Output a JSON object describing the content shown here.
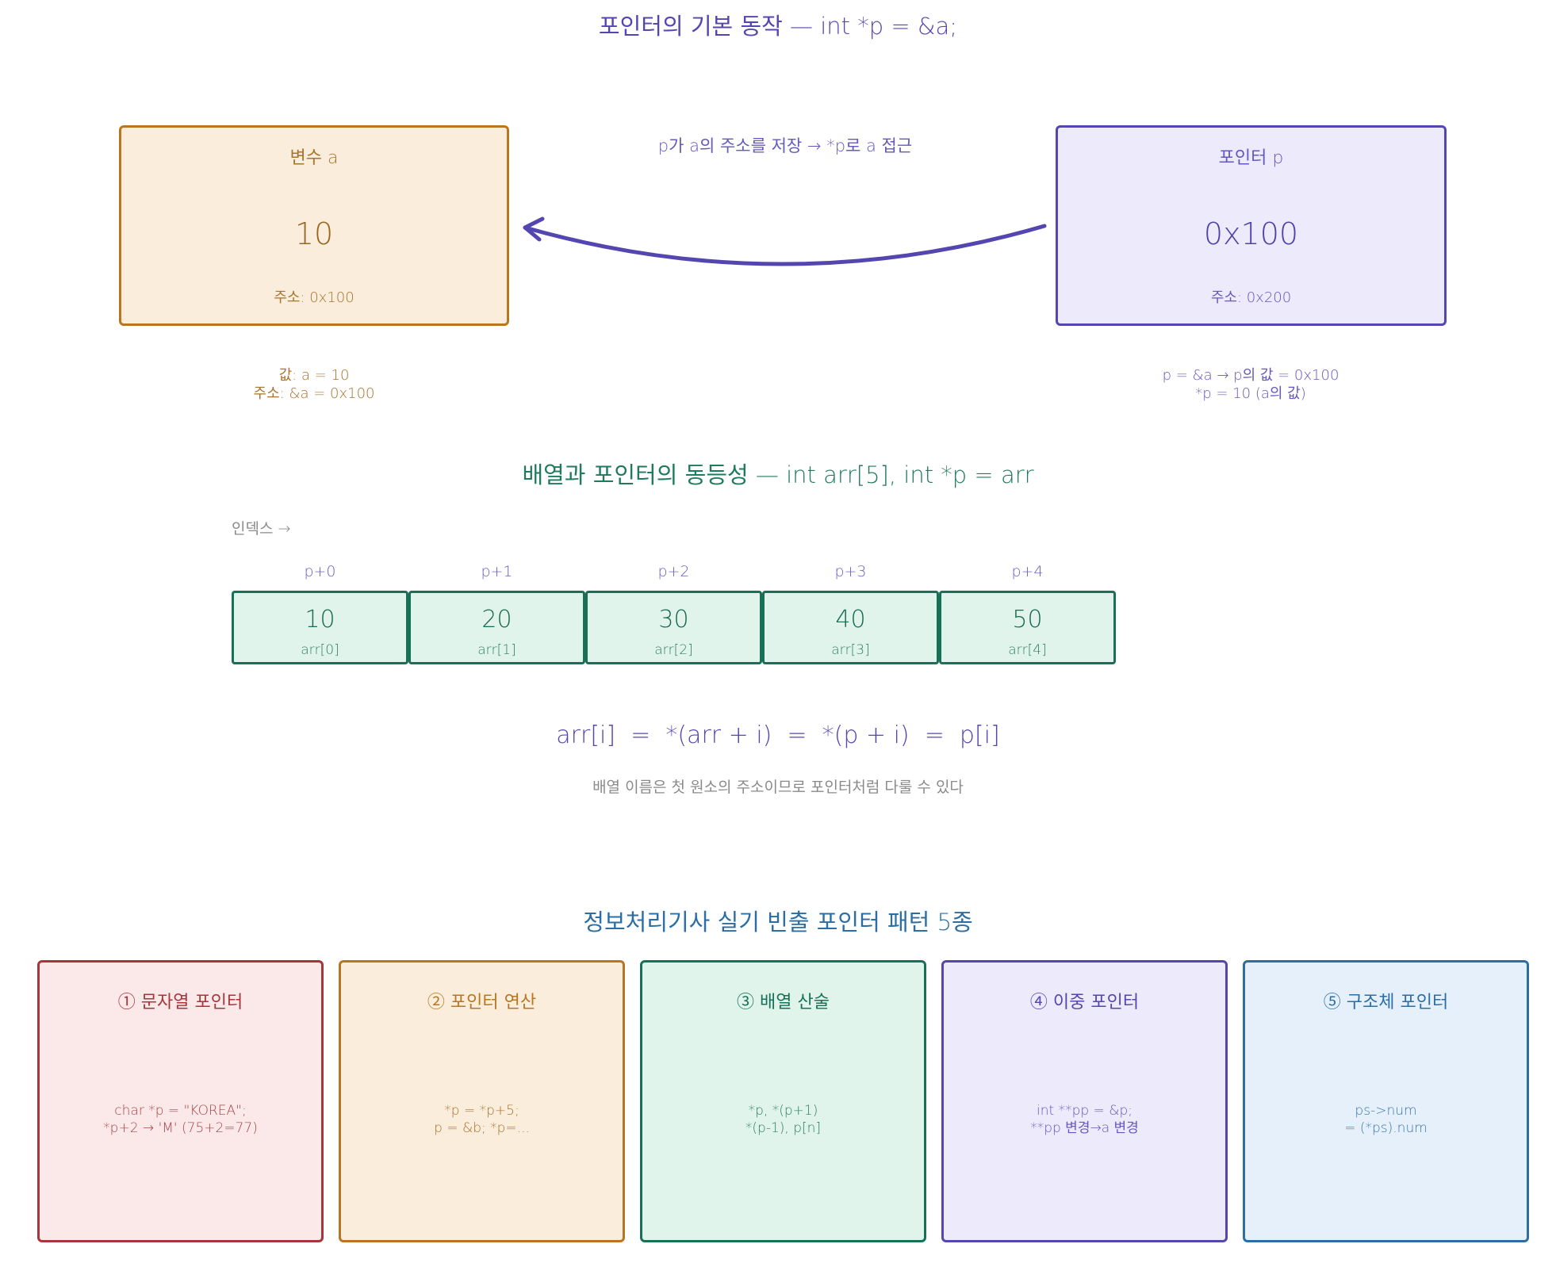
{
  "section1": {
    "title": "포인터의 기본 동작 — int *p = &a;",
    "var_box": {
      "label": "변수 a",
      "value": "10",
      "address": "주소: 0x100"
    },
    "ptr_box": {
      "label": "포인터 p",
      "value": "0x100",
      "address": "주소: 0x200"
    },
    "arrow_label": "p가 a의 주소를 저장 → *p로 a 접근",
    "var_note": "값: a = 10\n주소: &a = 0x100",
    "ptr_note": "p = &a  →  p의 값 = 0x100\n*p = 10 (a의 값)"
  },
  "section2": {
    "title": "배열과 포인터의 동등성 — int arr[5], int *p = arr",
    "index_label": "인덱스 →",
    "cells": [
      {
        "pointer": "p+0",
        "value": "10",
        "name": "arr[0]"
      },
      {
        "pointer": "p+1",
        "value": "20",
        "name": "arr[1]"
      },
      {
        "pointer": "p+2",
        "value": "30",
        "name": "arr[2]"
      },
      {
        "pointer": "p+3",
        "value": "40",
        "name": "arr[3]"
      },
      {
        "pointer": "p+4",
        "value": "50",
        "name": "arr[4]"
      }
    ],
    "formula": "arr[i]  =  *(arr + i)  =  *(p + i)  =  p[i]",
    "caption": "배열 이름은 첫 원소의 주소이므로 포인터처럼 다룰 수 있다"
  },
  "section3": {
    "title": "정보처리기사 실기 빈출 포인터 패턴 5종",
    "patterns": [
      {
        "title": "① 문자열 포인터",
        "code": "char *p = \"KOREA\";\n*p+2 → 'M' (75+2=77)"
      },
      {
        "title": "② 포인터 연산",
        "code": "*p = *p+5;\np = &b; *p=..."
      },
      {
        "title": "③ 배열 산술",
        "code": "*p, *(p+1)\n*(p-1), p[n]"
      },
      {
        "title": "④ 이중 포인터",
        "code": "int **pp = &p;\n**pp 변경→a 변경"
      },
      {
        "title": "⑤ 구조체 포인터",
        "code": "ps->num\n= (*ps).num"
      }
    ]
  },
  "colors": {
    "orange": "#b87622",
    "purple": "#5446b0",
    "green": "#177156",
    "red": "#a8353a",
    "blue": "#2c6ea4"
  }
}
